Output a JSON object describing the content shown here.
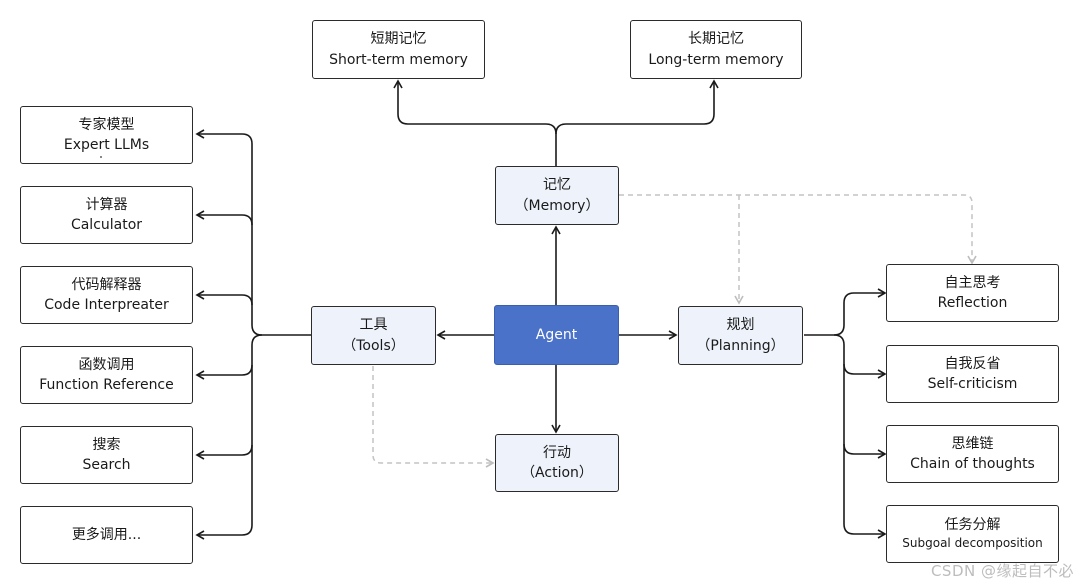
{
  "memory_branch": {
    "short_term": {
      "zh": "短期记忆",
      "en": "Short-term memory"
    },
    "long_term": {
      "zh": "长期记忆",
      "en": "Long-term memory"
    }
  },
  "core": {
    "memory": {
      "zh": "记忆",
      "en": "（Memory）"
    },
    "tools": {
      "zh": "工具",
      "en": "（Tools）"
    },
    "agent": {
      "label": "Agent"
    },
    "planning": {
      "zh": "规划",
      "en": "（Planning）"
    },
    "action": {
      "zh": "行动",
      "en": "（Action）"
    }
  },
  "tools_list": [
    {
      "zh": "专家模型",
      "en": "Expert LLMs"
    },
    {
      "zh": "计算器",
      "en": "Calculator"
    },
    {
      "zh": "代码解释器",
      "en": "Code Interpreater"
    },
    {
      "zh": "函数调用",
      "en": "Function Reference"
    },
    {
      "zh": "搜索",
      "en": "Search"
    },
    {
      "zh": "更多调用..."
    }
  ],
  "planning_list": [
    {
      "zh": "自主思考",
      "en": "Reflection"
    },
    {
      "zh": "自我反省",
      "en": "Self-criticism"
    },
    {
      "zh": "思维链",
      "en": "Chain of thoughts"
    },
    {
      "zh": "任务分解",
      "en": "Subgoal decomposition"
    }
  ],
  "watermark": "CSDN @缘起自不必",
  "colors": {
    "agent_fill": "#4a72c8",
    "core_fill": "#eef3fb",
    "line": "#1a1a1a",
    "dashed": "#c4c4c4"
  }
}
